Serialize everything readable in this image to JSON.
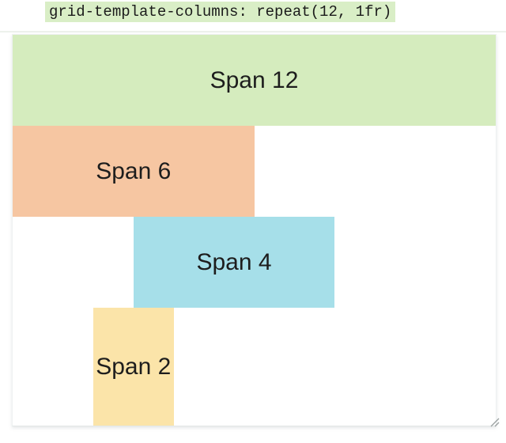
{
  "code_label": {
    "text": "grid-template-columns: repeat(12, 1fr)",
    "background": "#d9eec6"
  },
  "grid": {
    "columns": 12,
    "items": [
      {
        "label": "Span 12",
        "color": "#d5ecbe",
        "col_start": 1,
        "col_span": 12,
        "row": 1
      },
      {
        "label": "Span 6",
        "color": "#f6c6a2",
        "col_start": 1,
        "col_span": 6,
        "row": 2
      },
      {
        "label": "Span 4",
        "color": "#a6dfe9",
        "col_start": 4,
        "col_span": 5,
        "row": 3
      },
      {
        "label": "Span 2",
        "color": "#fbe4a9",
        "col_start": 3,
        "col_span": 2,
        "row": 4
      }
    ]
  }
}
